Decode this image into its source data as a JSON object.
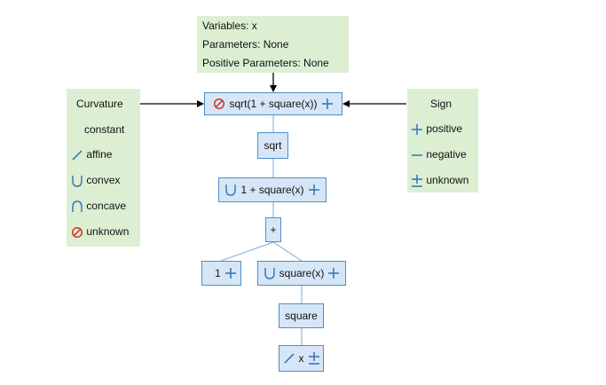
{
  "info_panel": {
    "variables": "Variables: x",
    "parameters": "Parameters: None",
    "positive_parameters": "Positive Parameters: None"
  },
  "curvature_legend": {
    "title": "Curvature",
    "items": [
      {
        "label": "constant",
        "icon": "none"
      },
      {
        "label": "affine",
        "icon": "affine-icon"
      },
      {
        "label": "convex",
        "icon": "convex-icon"
      },
      {
        "label": "concave",
        "icon": "concave-icon"
      },
      {
        "label": "unknown",
        "icon": "unknown-curvature-icon"
      }
    ]
  },
  "sign_legend": {
    "title": "Sign",
    "items": [
      {
        "label": "positive",
        "icon": "plus-icon"
      },
      {
        "label": "negative",
        "icon": "minus-icon"
      },
      {
        "label": "unknown",
        "icon": "plus-minus-icon"
      }
    ]
  },
  "tree": {
    "root": {
      "label": "sqrt(1 + square(x))",
      "curvature": "unknown",
      "sign": "positive"
    },
    "sqrt_op": {
      "label": "sqrt"
    },
    "sum": {
      "label": "1 + square(x)",
      "curvature": "convex",
      "sign": "positive"
    },
    "plus_op": {
      "label": "+"
    },
    "const_one": {
      "label": "1",
      "curvature": "constant",
      "sign": "positive"
    },
    "square_expr": {
      "label": "square(x)",
      "curvature": "convex",
      "sign": "positive"
    },
    "square_op": {
      "label": "square"
    },
    "var_x": {
      "label": "x",
      "curvature": "affine",
      "sign": "unknown"
    }
  },
  "colors": {
    "panel_bg": "#dcefd3",
    "node_bg": "#d6e6f6",
    "node_border": "#4e8fc8",
    "sign_blue": "#3a78bd",
    "unknown_red": "#d9302a",
    "edge": "#8fb8dc"
  }
}
